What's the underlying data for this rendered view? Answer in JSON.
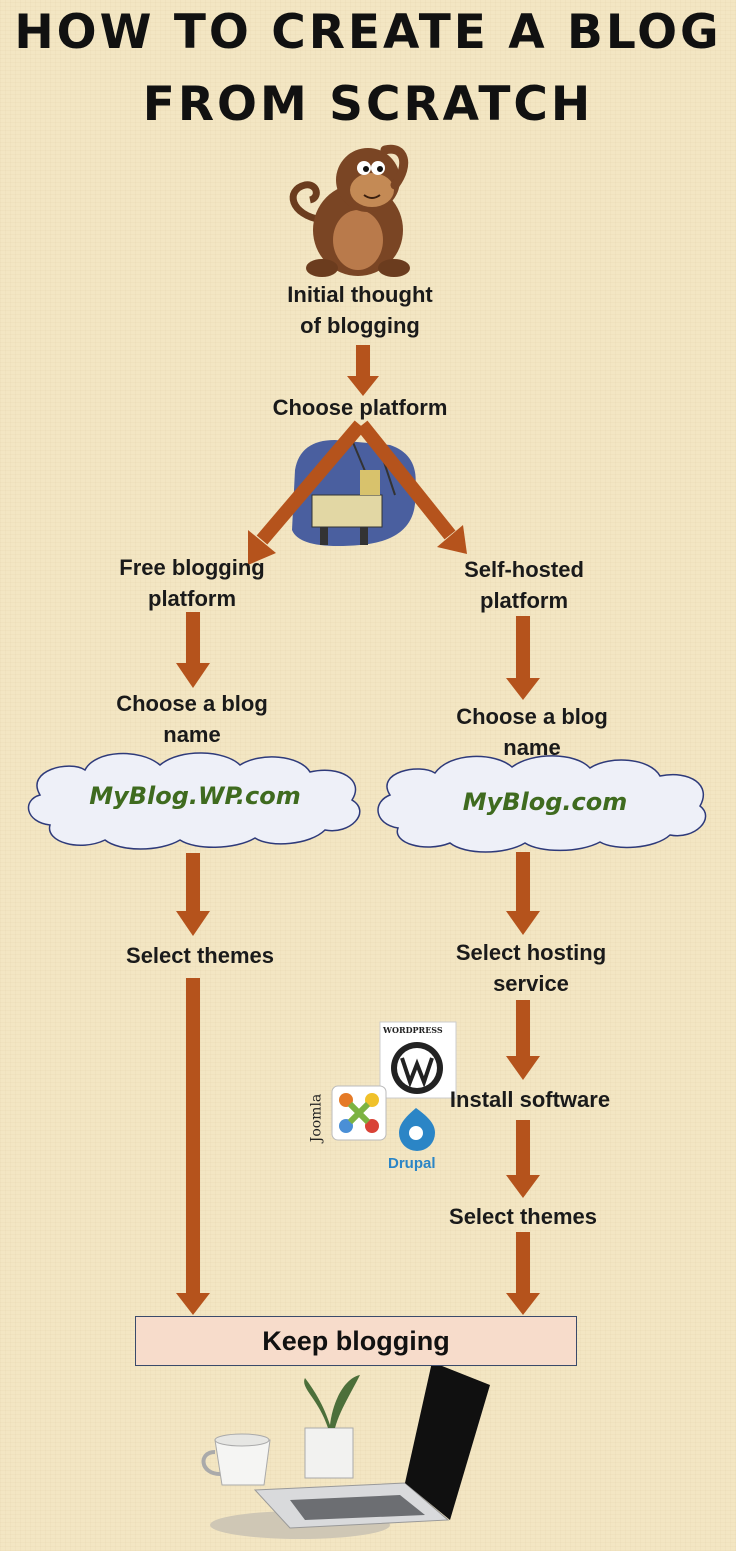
{
  "title": {
    "line1": "HOW TO CREATE A BLOG",
    "line2": "FROM SCRATCH"
  },
  "steps": {
    "initial": "Initial thought\nof blogging",
    "choose_platform": "Choose platform",
    "free_platform": "Free blogging\nplatform",
    "self_hosted": "Self-hosted\nplatform",
    "choose_name_left": "Choose a blog\nname",
    "choose_name_right": "Choose a blog\nname",
    "domain_left": "MyBlog.WP.com",
    "domain_right": "MyBlog.com",
    "select_themes_left": "Select themes",
    "select_hosting": "Select hosting\nservice",
    "install_software": "Install software",
    "select_themes_right": "Select themes",
    "keep_blogging": "Keep blogging"
  },
  "logos": {
    "wordpress": "WORDPRESS",
    "joomla": "Joomla",
    "drupal": "Drupal"
  },
  "colors": {
    "arrow": "#b5531c",
    "cloud": "#eef0f8",
    "keep_box": "#f7dccb"
  }
}
